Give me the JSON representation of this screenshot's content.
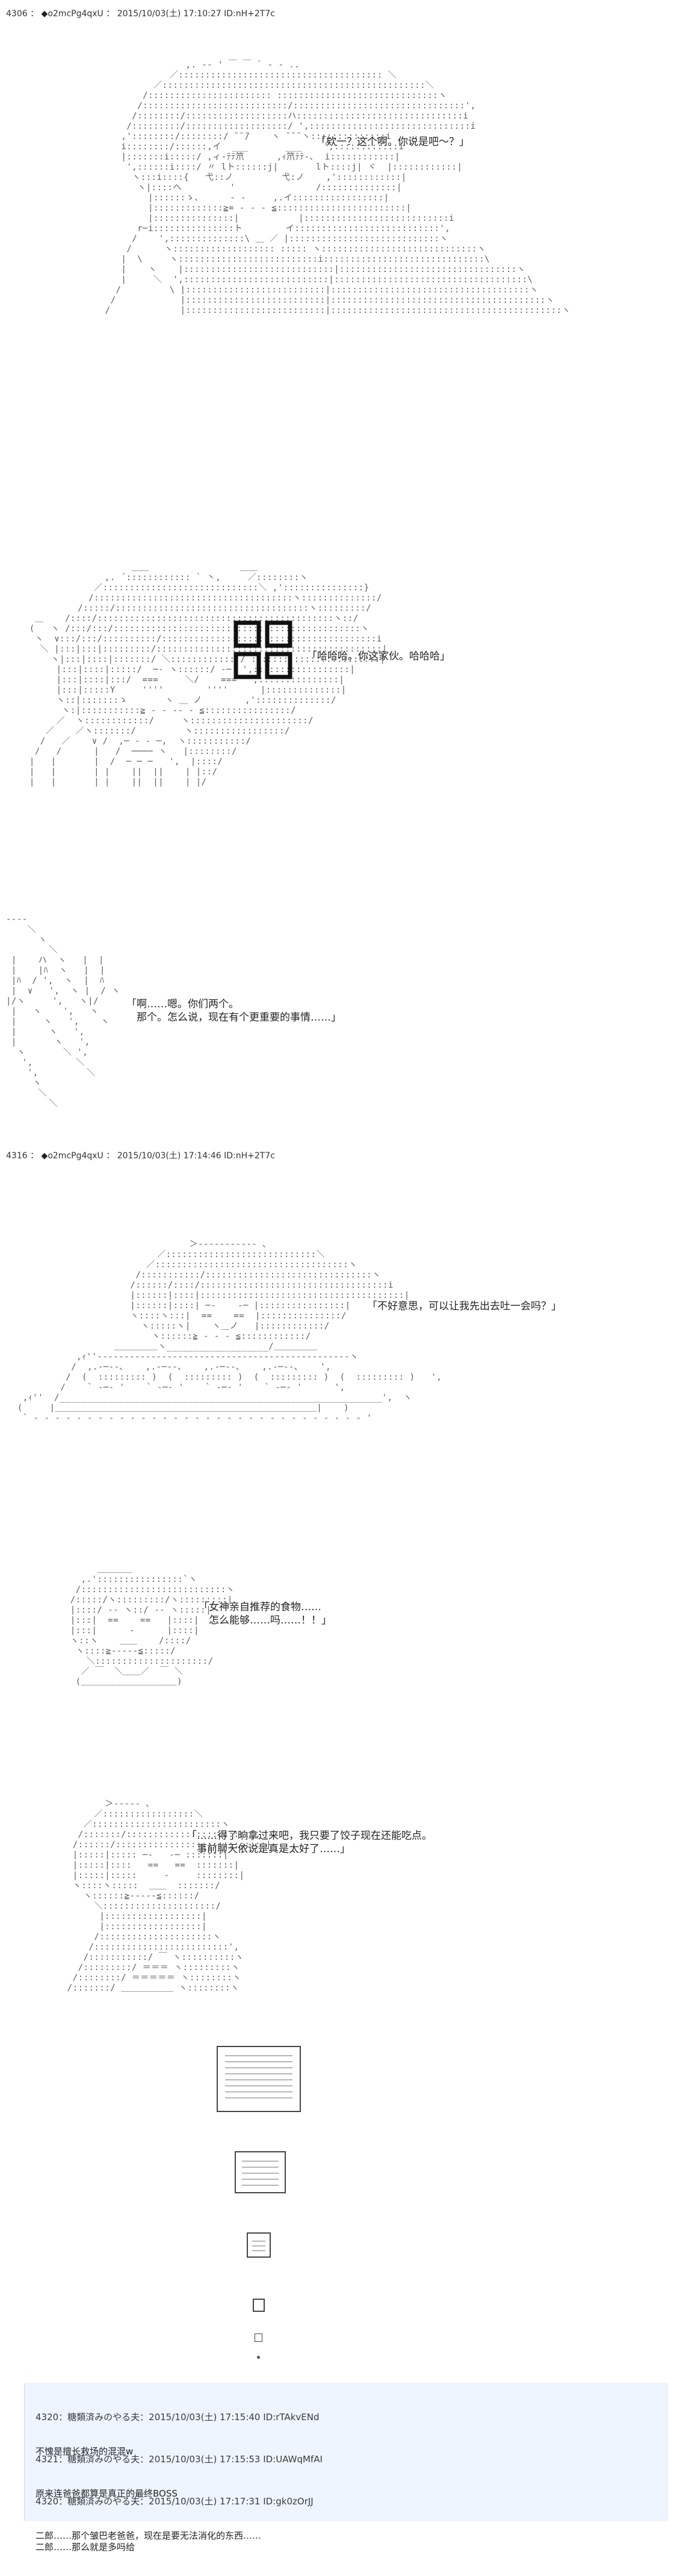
{
  "posts": [
    {
      "header": {
        "number": "4306",
        "symbol": "◆",
        "name": "o2mcPg4qxU",
        "date": "2015/10/03(土) 17:10:27",
        "id": "ID:nH+2T7c"
      },
      "dialogs": [
        "「欸一？这个啊。你说是吧～？」",
        "「哈哈哈。你这家伙。哈哈哈」",
        "「啊……嗯。你们两个。\n　那个。怎么说，现在有个更重要的事情……」"
      ]
    },
    {
      "header": {
        "number": "4316",
        "symbol": "◆",
        "name": "o2mcPg4qxU",
        "date": "2015/10/03(土) 17:14:46",
        "id": "ID:nH+2T7c"
      },
      "dialogs": [
        "「不好意思，可以让我先出去吐一会吗？」",
        "「女神亲自推荐的食物……\n　怎么能够……吗……！！」",
        "「……得了晌拿过来吧，我只要了饺子现在还能吃点。\n　事前聊天依说是真是太好了……」"
      ]
    }
  ],
  "comments": [
    {
      "head": "4320：糖類済みのやる夫：2015/10/03(土) 17:15:40 ID:rTAkvENd",
      "body": "不愧是擅长救场的混混w"
    },
    {
      "head": "4321：糖類済みのやる夫：2015/10/03(土) 17:15:53 ID:UAWqMfAI",
      "body": "原来连爸爸都算是真正的最终BOSS"
    },
    {
      "head": "4320：糖類済みのやる夫：2015/10/03(土) 17:17:31 ID:gk0zOrJJ",
      "body": "二郎……那个皱巴老爸爸，现在是要无法消化的东西……\n二郎……那么就是多吗给"
    }
  ],
  "colors": {
    "text": "#222222",
    "art": "#5a5a5a",
    "comment_bg": "#eef5ff"
  }
}
